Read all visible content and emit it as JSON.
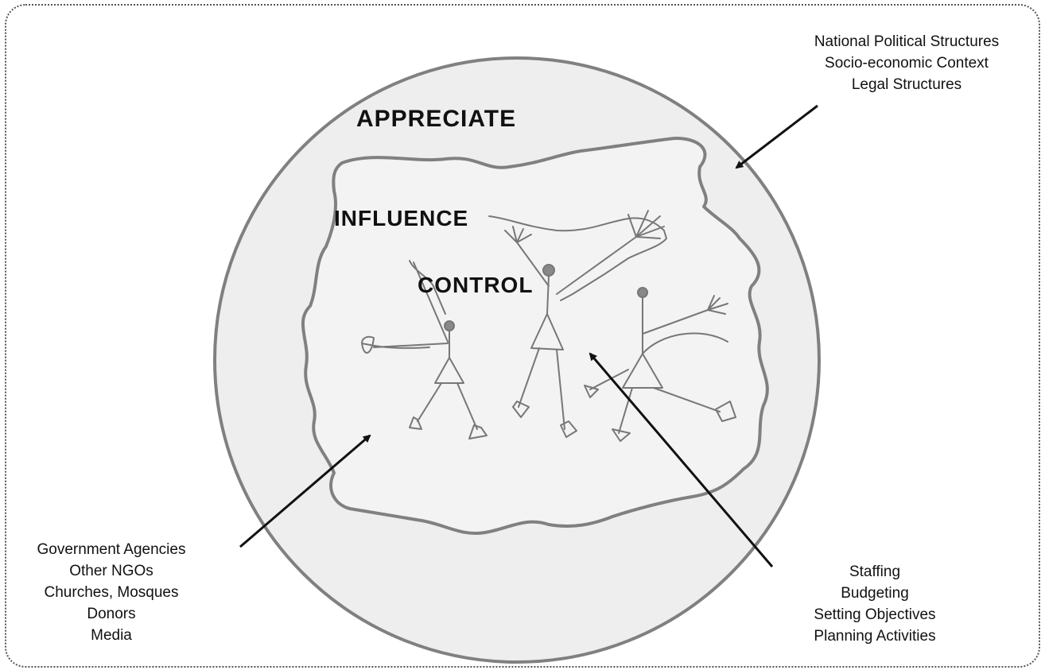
{
  "zones": {
    "appreciate": "APPRECIATE",
    "influence": "INFLUENCE",
    "control": "CONTROL"
  },
  "annotations": {
    "appreciate_items": [
      "National Political Structures",
      "Socio-economic Context",
      "Legal Structures"
    ],
    "influence_items": [
      "Government Agencies",
      "Other NGOs",
      "Churches, Mosques",
      "Donors",
      "Media"
    ],
    "control_items": [
      "Staffing",
      "Budgeting",
      "Setting Objectives",
      "Planning Activities"
    ]
  },
  "colors": {
    "circle_fill": "#eeeeee",
    "outline": "#7a7a7a",
    "text": "#111111"
  }
}
